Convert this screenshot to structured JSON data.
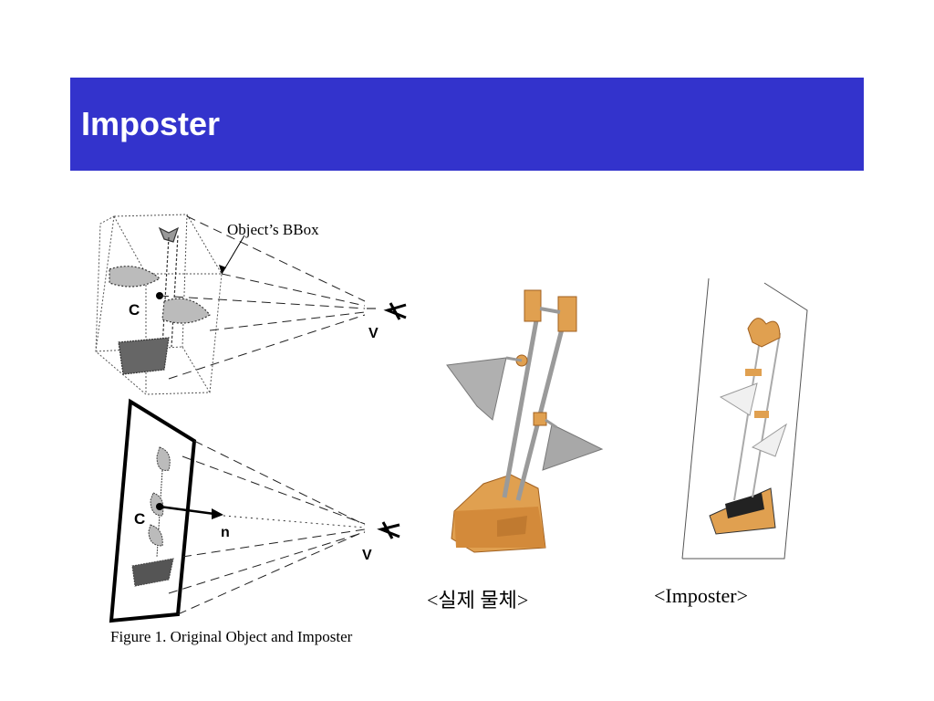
{
  "slide": {
    "title": "Imposter",
    "title_bar_color": "#3333cc"
  },
  "figure1": {
    "bbox_label": "Object’s BBox",
    "center_label_top": "C",
    "view_label_top": "V",
    "center_label_bottom": "C",
    "normal_label": "n",
    "view_label_bottom": "V",
    "caption": "Figure 1. Original Object and Imposter"
  },
  "captions": {
    "real_object": "<실제 물체>",
    "imposter": "<Imposter>"
  }
}
